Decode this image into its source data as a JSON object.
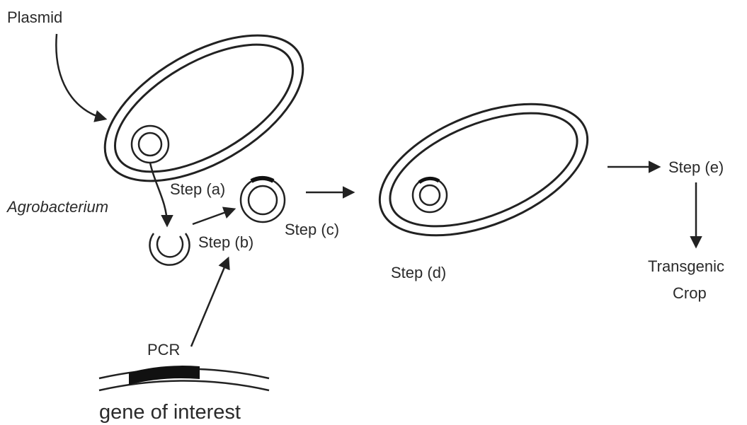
{
  "labels": {
    "plasmid": "Plasmid",
    "agrobacterium": "Agrobacterium",
    "step_a": "Step (a)",
    "step_b": "Step (b)",
    "step_c": "Step (c)",
    "step_d": "Step (d)",
    "step_e": "Step (e)",
    "transgenic_line1": "Transgenic",
    "transgenic_line2": "Crop",
    "pcr": "PCR",
    "gene_of_interest": "gene of interest"
  },
  "colors": {
    "ink": "#222222",
    "text": "#2a2a2a",
    "background": "#ffffff"
  }
}
